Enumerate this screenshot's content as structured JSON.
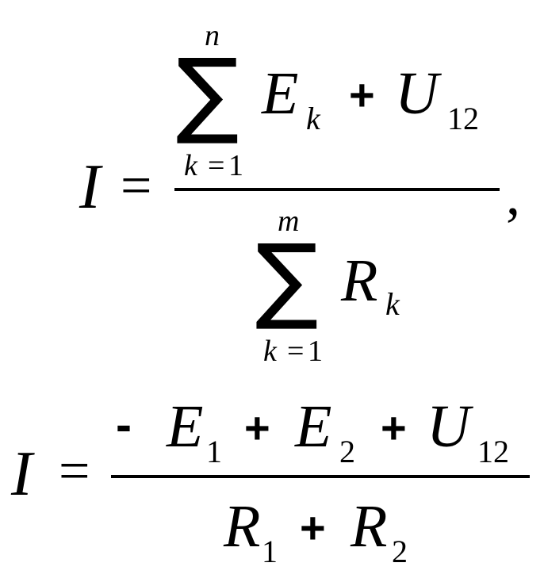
{
  "formula1": {
    "lhs": "I",
    "equals": "=",
    "sum_symbol": "∑",
    "numerator": {
      "sum_upper": "n",
      "sum_lower_var": "k",
      "sum_lower_eq": "=",
      "sum_lower_val": "1",
      "term1": "E",
      "term1_sub": "k",
      "plus": "+",
      "term2": "U",
      "term2_sub": "12"
    },
    "denominator": {
      "sum_upper": "m",
      "sum_lower_var": "k",
      "sum_lower_eq": "=",
      "sum_lower_val": "1",
      "term": "R",
      "term_sub": "k"
    },
    "comma": ","
  },
  "formula2": {
    "lhs": "I",
    "equals": "=",
    "numerator": {
      "minus": "-",
      "term1": "E",
      "term1_sub": "1",
      "plus1": "+",
      "term2": "E",
      "term2_sub": "2",
      "plus2": "+",
      "term3": "U",
      "term3_sub": "12"
    },
    "denominator": {
      "term1": "R",
      "term1_sub": "1",
      "plus": "+",
      "term2": "R",
      "term2_sub": "2"
    }
  }
}
